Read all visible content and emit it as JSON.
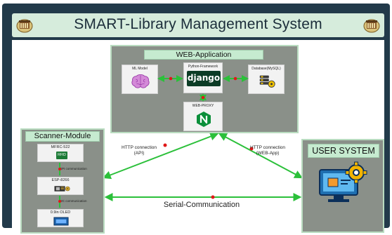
{
  "title": "SMART-Library Management System",
  "web_app": {
    "title": "WEB-Application",
    "ml_label": "ML Model",
    "framework_label": "Python-Framework",
    "django_word": "django",
    "db_label": "Database(MySQL)",
    "proxy_label": "WEB-PROXY"
  },
  "scanner": {
    "title": "Scanner-Module",
    "rfid_label": "MFRC-522",
    "rfid_chip_word": "RFID",
    "esp_label": "ESP-8266",
    "oled_label": "0.9in OLED",
    "spi_label": "SPI communication",
    "i2c_label": "I2C communication"
  },
  "user_system": {
    "title": "USER SYSTEM"
  },
  "links": {
    "http_api_label": "HTTP connection\n(API)",
    "http_web_label": "HTTP connection\n(WEB-App)",
    "serial_label": "Serial-Communication"
  },
  "colors": {
    "arrow": "#2bc03a",
    "dot": "#e01818",
    "panel": "#8a9089",
    "header": "#c6ebd0",
    "frame": "#223a4a"
  }
}
